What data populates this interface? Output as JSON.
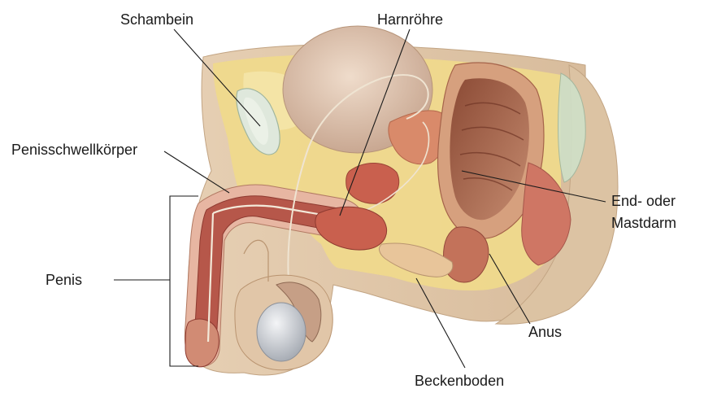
{
  "labels": {
    "schambein": "Schambein",
    "harnroehre": "Harnröhre",
    "penisschwellkoerper": "Penisschwellkörper",
    "end_oder": "End- oder",
    "mastdarm": "Mastdarm",
    "penis": "Penis",
    "anus": "Anus",
    "beckenboden": "Beckenboden"
  },
  "colors": {
    "skin": "#e8d2b6",
    "skin_shadow": "#cdb192",
    "fat": "#efd98c",
    "fat_light": "#f5e6ad",
    "muscle": "#b6574a",
    "muscle_dark": "#8e3a30",
    "tissue_pink": "#e2a28e",
    "bladder": "#dcc2b0",
    "bone": "#dde6da",
    "testis": "#d9dde2",
    "nerve": "#f3e9d9"
  }
}
